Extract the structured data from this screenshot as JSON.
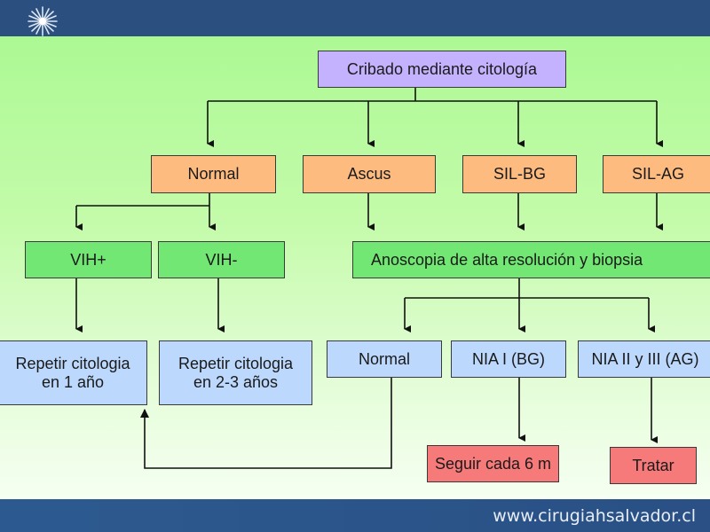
{
  "header": {
    "logo_icon": "starburst-logo-icon"
  },
  "diagram": {
    "root": {
      "label": "Cribado mediante citología",
      "color": "#c4b2ff"
    },
    "level1": [
      {
        "label": "Normal",
        "color": "#fdbb80"
      },
      {
        "label": "Ascus",
        "color": "#fdbb80"
      },
      {
        "label": "SIL-BG",
        "color": "#fdbb80"
      },
      {
        "label": "SIL-AG",
        "color": "#fdbb80"
      }
    ],
    "level2": [
      {
        "label": "VIH+",
        "color": "#72e773"
      },
      {
        "label": "VIH-",
        "color": "#72e773"
      },
      {
        "label": "Anoscopia de alta resolución y biopsia",
        "color": "#72e773"
      }
    ],
    "level3": [
      {
        "line1": "Repetir citologia",
        "line2": "en 1 año",
        "color": "#bcd9fd"
      },
      {
        "line1": "Repetir citologia",
        "line2": "en 2-3 años",
        "color": "#bcd9fd"
      },
      {
        "label": "Normal",
        "color": "#bcd9fd"
      },
      {
        "label": "NIA I (BG)",
        "color": "#bcd9fd"
      },
      {
        "label": "NIA II y III (AG)",
        "color": "#bcd9fd"
      }
    ],
    "level4": [
      {
        "label": "Seguir cada 6 m",
        "color": "#f77a7a"
      },
      {
        "label": "Tratar",
        "color": "#f77a7a"
      }
    ],
    "edges": [
      [
        "Cribado mediante citología",
        "Normal"
      ],
      [
        "Cribado mediante citología",
        "Ascus"
      ],
      [
        "Cribado mediante citología",
        "SIL-BG"
      ],
      [
        "Cribado mediante citología",
        "SIL-AG"
      ],
      [
        "Normal",
        "VIH+"
      ],
      [
        "Normal",
        "VIH-"
      ],
      [
        "Ascus",
        "Anoscopia de alta resolución y biopsia"
      ],
      [
        "SIL-BG",
        "Anoscopia de alta resolución y biopsia"
      ],
      [
        "SIL-AG",
        "Anoscopia de alta resolución y biopsia"
      ],
      [
        "VIH+",
        "Repetir citologia en 1 año"
      ],
      [
        "VIH-",
        "Repetir citologia en 2-3 años"
      ],
      [
        "Anoscopia de alta resolución y biopsia",
        "Normal"
      ],
      [
        "Anoscopia de alta resolución y biopsia",
        "NIA I (BG)"
      ],
      [
        "Anoscopia de alta resolución y biopsia",
        "NIA II y III (AG)"
      ],
      [
        "NIA I (BG)",
        "Seguir cada 6 m"
      ],
      [
        "NIA II y III (AG)",
        "Tratar"
      ],
      [
        "Normal (anoscopia)",
        "Repetir citologia en 1 año"
      ]
    ]
  },
  "footer": {
    "url": "www.cirugiahsalvador.cl"
  }
}
